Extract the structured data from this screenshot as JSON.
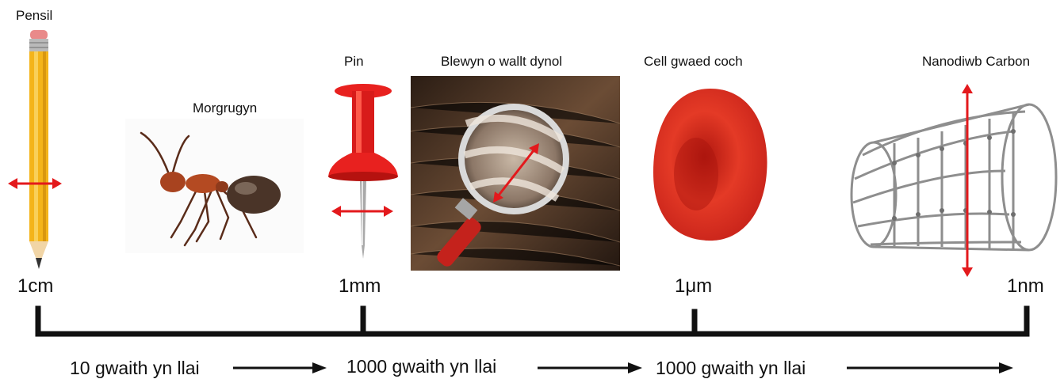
{
  "items": [
    {
      "id": "pencil",
      "label": "Pensil"
    },
    {
      "id": "ant",
      "label": "Morgrugyn"
    },
    {
      "id": "pin",
      "label": "Pin"
    },
    {
      "id": "hair",
      "label": "Blewyn o wallt dynol"
    },
    {
      "id": "rbc",
      "label": "Cell gwaed coch"
    },
    {
      "id": "nanotube",
      "label": "Nanodiwb Carbon"
    }
  ],
  "scale": {
    "marks": [
      "1cm",
      "1mm",
      "1μm",
      "1nm"
    ],
    "steps": [
      "10 gwaith yn llai",
      "1000 gwaith yn llai",
      "1000 gwaith yn llai"
    ]
  },
  "colors": {
    "arrow_red": "#e3191c",
    "pin_red": "#e8211f",
    "pencil_yellow": "#f4b41a",
    "rbc_red": "#d8291a",
    "scale_black": "#111111"
  },
  "icons": [
    "pencil-icon",
    "ant-icon",
    "pushpin-icon",
    "magnifier-hair-icon",
    "red-blood-cell-icon",
    "carbon-nanotube-icon"
  ]
}
